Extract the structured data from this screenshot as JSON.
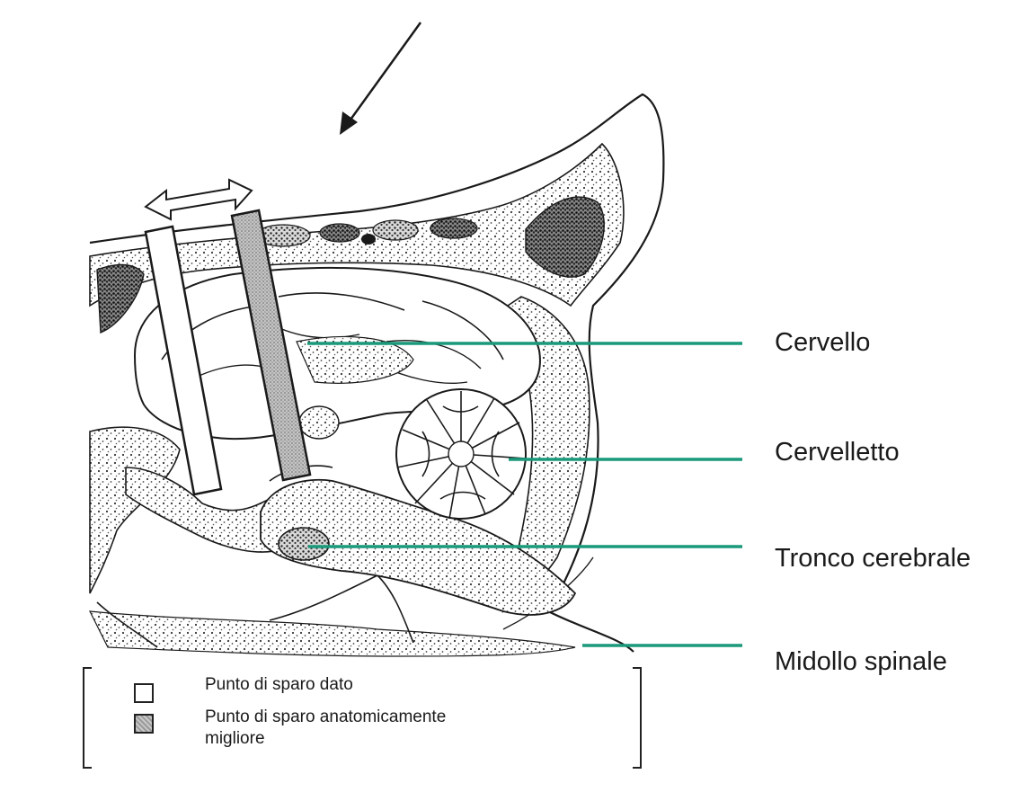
{
  "labels": {
    "cervello": "Cervello",
    "cervelletto": "Cervelletto",
    "tronco": "Tronco cerebrale",
    "midollo": "Midollo spinale"
  },
  "legend": {
    "item1": "Punto di sparo dato",
    "item2": "Punto di sparo anatomicamente migliore"
  },
  "colors": {
    "leader_line": "#1a9a7a",
    "sketch": "#222222",
    "best_shot_fill": "#b0b0b0"
  }
}
